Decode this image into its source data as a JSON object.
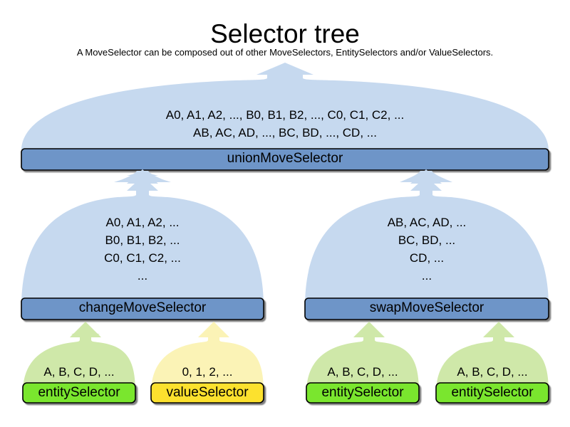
{
  "header": {
    "title": "Selector tree",
    "subtitle": "A MoveSelector can be composed out of other MoveSelectors, EntitySelectors and/or ValueSelectors."
  },
  "colors": {
    "move_dome": "#c6d9ef",
    "move_bar": "#6e95c8",
    "entity_dome": "#cfe8a9",
    "entity_bar": "#7ae62e",
    "value_dome": "#fbf3b6",
    "value_bar": "#fce12e",
    "border": "#000000",
    "text": "#000000"
  },
  "nodes": {
    "union": {
      "label": "unionMoveSelector",
      "lines": [
        "A0, A1, A2, ..., B0, B1, B2, ..., C0, C1, C2, ...",
        "AB, AC, AD, ..., BC, BD, ..., CD, ..."
      ]
    },
    "change": {
      "label": "changeMoveSelector",
      "lines": [
        "A0, A1, A2, ...",
        "B0, B1, B2, ...",
        "C0, C1, C2, ...",
        "..."
      ]
    },
    "swap": {
      "label": "swapMoveSelector",
      "lines": [
        "AB, AC, AD, ...",
        "BC, BD, ...",
        "CD, ...",
        "..."
      ]
    },
    "entity1": {
      "label": "entitySelector",
      "lines": [
        "A, B, C, D, ..."
      ]
    },
    "value1": {
      "label": "valueSelector",
      "lines": [
        "0, 1, 2, ..."
      ]
    },
    "entity2": {
      "label": "entitySelector",
      "lines": [
        "A, B, C, D, ..."
      ]
    },
    "entity3": {
      "label": "entitySelector",
      "lines": [
        "A, B, C, D, ..."
      ]
    }
  },
  "diagram": {
    "type": "tree",
    "edges": [
      {
        "from": "union",
        "to": "root-output"
      },
      {
        "from": "change",
        "to": "union"
      },
      {
        "from": "swap",
        "to": "union"
      },
      {
        "from": "entity1",
        "to": "change"
      },
      {
        "from": "value1",
        "to": "change"
      },
      {
        "from": "entity2",
        "to": "swap"
      },
      {
        "from": "entity3",
        "to": "swap"
      }
    ]
  }
}
